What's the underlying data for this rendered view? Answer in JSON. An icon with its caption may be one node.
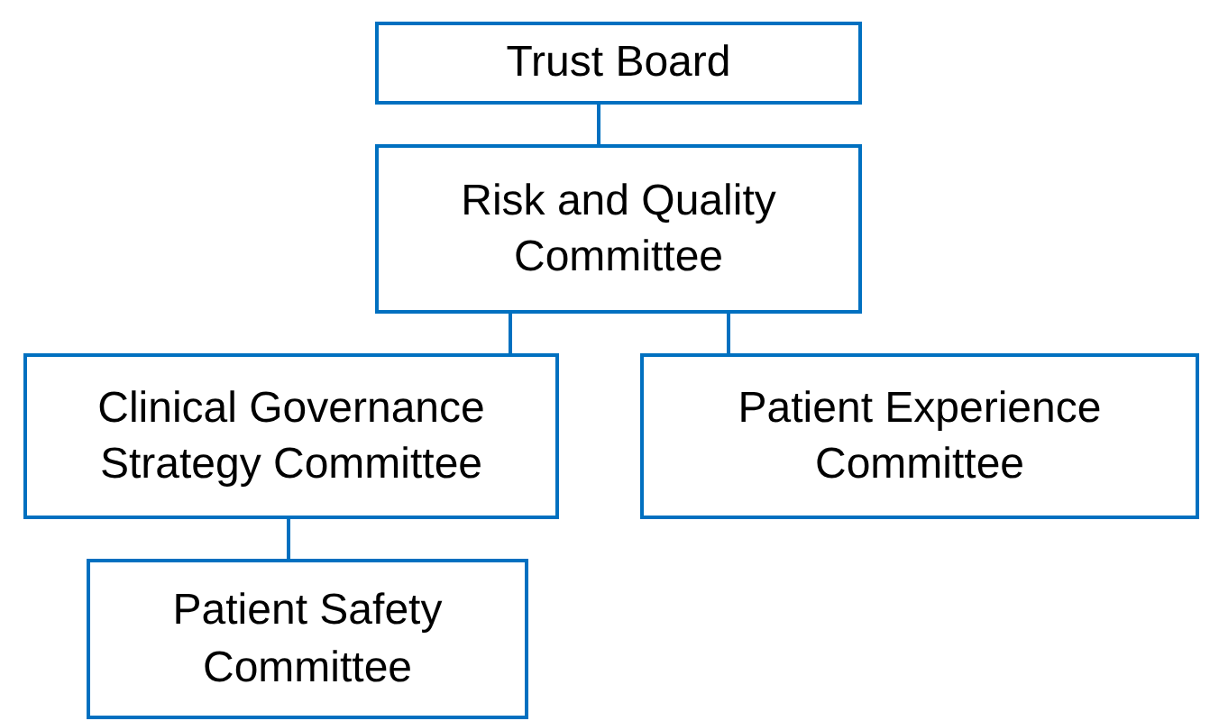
{
  "diagram": {
    "nodes": [
      {
        "text": [
          "Trust Board"
        ]
      },
      {
        "text": [
          "Risk and Quality Committee"
        ]
      },
      {
        "text": [
          "Clinical Governance Strategy Committee"
        ]
      },
      {
        "text": [
          "Patient Experience Committee"
        ]
      },
      {
        "text": [
          "Patient Safety Committee"
        ]
      }
    ],
    "edges": [
      {
        "from": 0,
        "to": 1,
        "arrow": "none"
      },
      {
        "from": 1,
        "to": 2,
        "arrow": "none"
      },
      {
        "from": 1,
        "to": 3,
        "arrow": "none"
      },
      {
        "from": 2,
        "to": 4,
        "arrow": "none"
      }
    ]
  }
}
